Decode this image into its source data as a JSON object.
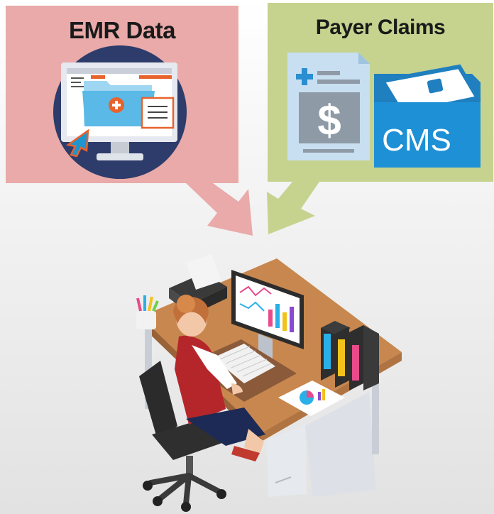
{
  "emr": {
    "title": "EMR Data",
    "bg_color": "#e9aaa9"
  },
  "payer": {
    "title": "Payer Claims",
    "bg_color": "#c6d38f",
    "card_label": "CMS",
    "currency_symbol": "$"
  },
  "colors": {
    "accent_orange": "#e8622c",
    "navy": "#2b3a6e",
    "folder_blue": "#1f95cf",
    "desk_wood": "#c8874e"
  }
}
